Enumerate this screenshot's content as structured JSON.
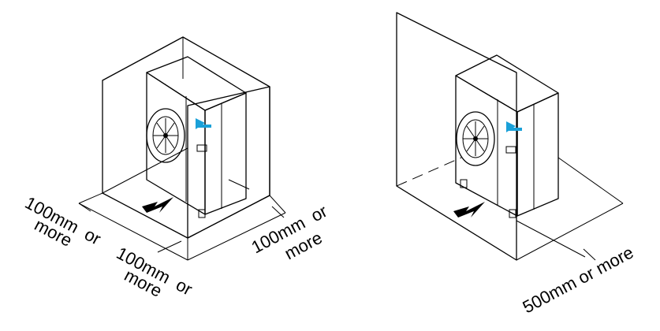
{
  "left": {
    "labels": [
      {
        "id": "left-clearance",
        "line1": "100mm",
        "line2": "or",
        "line3": "more"
      },
      {
        "id": "right-clearance",
        "line1": "100mm",
        "line2": "or",
        "line3": "more"
      },
      {
        "id": "front-clearance",
        "line1": "100mm",
        "line2": "or",
        "line3": "more"
      }
    ]
  },
  "right": {
    "label": "500mm or more"
  },
  "colors": {
    "wall": "#e6e6ea",
    "wall_dark": "#c8c8cc",
    "unit_front": "#f4ece0",
    "unit_side": "#ece2d2",
    "unit_top": "#f8f2e8",
    "logo_blue": "#1aa0d8"
  }
}
